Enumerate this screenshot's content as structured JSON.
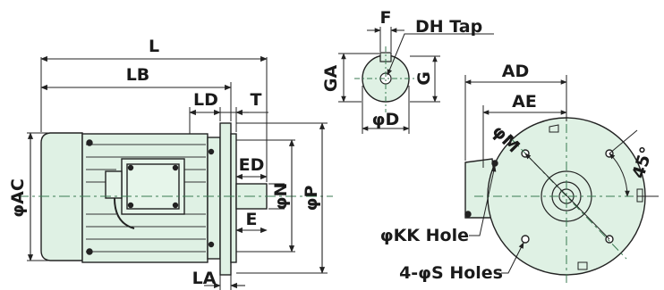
{
  "colors": {
    "body_fill": "#dff1e4",
    "outline": "#222222",
    "centerline": "#3a7a52"
  },
  "labels": {
    "L": "L",
    "LB": "LB",
    "LD": "LD",
    "T": "T",
    "ED": "ED",
    "E": "E",
    "LA": "LA",
    "AC": "φAC",
    "N": "φN",
    "P": "φP",
    "F": "F",
    "DH": "DH Tap",
    "GA": "GA",
    "G": "G",
    "D": "φD",
    "AD": "AD",
    "AE": "AE",
    "M": "φM",
    "angle": "45°",
    "KK": "φKK Hole",
    "S": "4-φS Holes"
  },
  "icons": [
    "motor-side-view",
    "shaft-end-view",
    "flange-front-view"
  ]
}
